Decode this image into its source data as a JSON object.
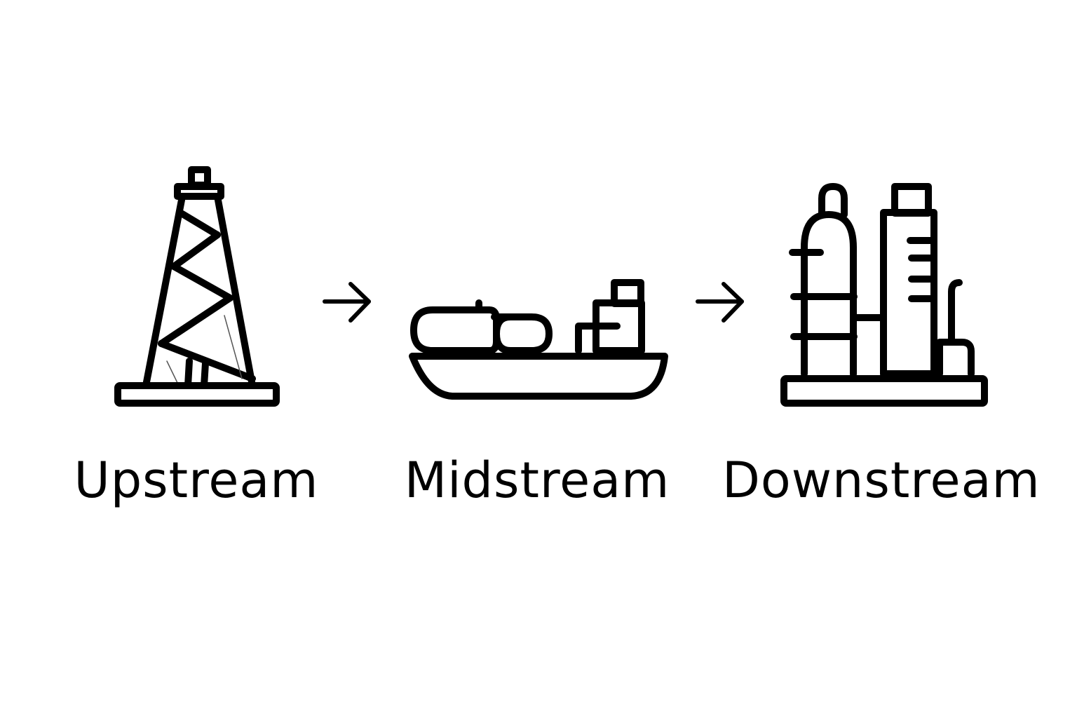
{
  "diagram": {
    "stages": [
      {
        "label": "Upstream",
        "icon": "oil-derrick-icon"
      },
      {
        "label": "Midstream",
        "icon": "tanker-ship-icon"
      },
      {
        "label": "Downstream",
        "icon": "refinery-icon"
      }
    ],
    "connectors": [
      {
        "icon": "arrow-right-icon"
      },
      {
        "icon": "arrow-right-icon"
      }
    ]
  }
}
